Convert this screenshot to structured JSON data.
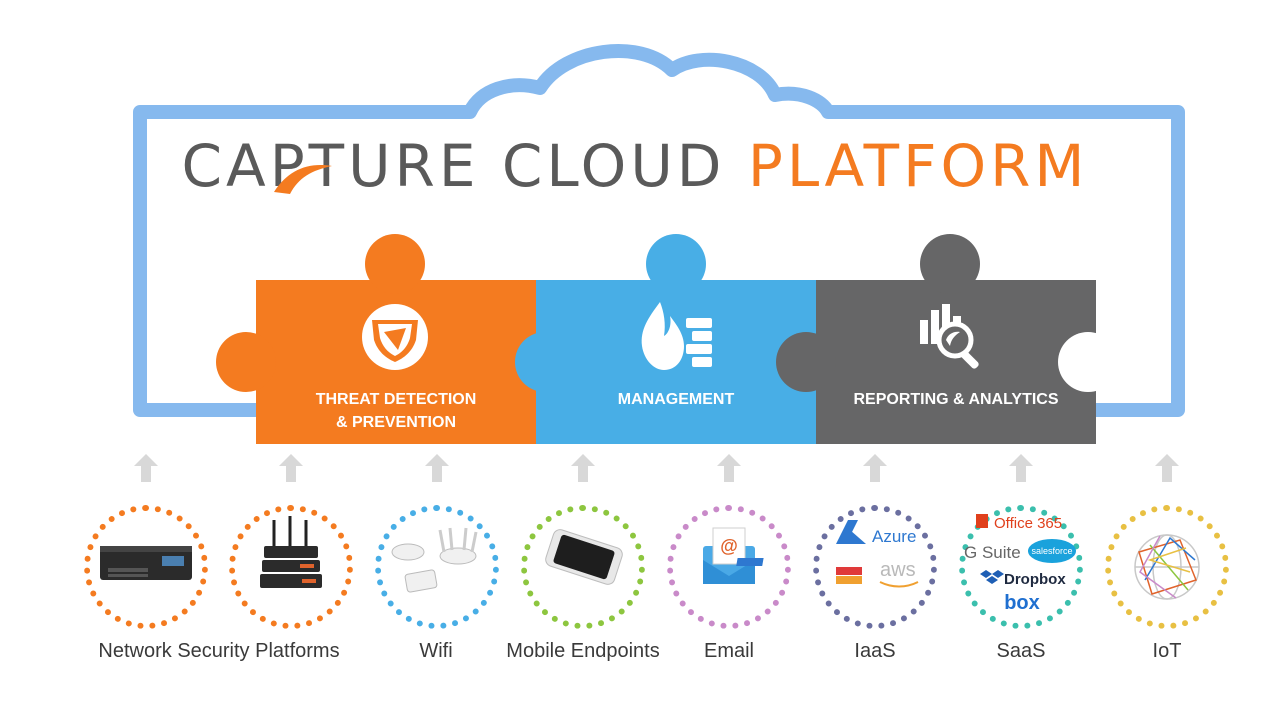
{
  "title": {
    "part1": "CAPTURE CLOUD",
    "part2": "PLATFORM"
  },
  "colors": {
    "cloud_outline": "#86b9ee",
    "orange": "#f47b20",
    "blue": "#48aee6",
    "gray": "#666667",
    "title_gray": "#5a5a5a",
    "arrow": "#d8d8d8"
  },
  "pieces": [
    {
      "label": "THREAT DETECTION\n& PREVENTION",
      "icon": "shield-icon",
      "color": "#f47b20"
    },
    {
      "label": "MANAGEMENT",
      "icon": "firewall-icon",
      "color": "#48aee6"
    },
    {
      "label": "REPORTING & ANALYTICS",
      "icon": "analytics-icon",
      "color": "#666667"
    }
  ],
  "sources": [
    {
      "label": "Network Security Platforms",
      "icon": "server-icon",
      "ring_color": "#f47b20"
    },
    {
      "label": "",
      "icon": "router-icon",
      "ring_color": "#f47b20"
    },
    {
      "label": "Wifi",
      "icon": "access-point-icon",
      "ring_color": "#48aee6"
    },
    {
      "label": "Mobile Endpoints",
      "icon": "phone-icon",
      "ring_color": "#8dc63f"
    },
    {
      "label": "Email",
      "icon": "envelope-icon",
      "ring_color": "#c98ac9"
    },
    {
      "label": "IaaS",
      "icon": "cloud-providers-icon",
      "ring_color": "#6b6fa0"
    },
    {
      "label": "SaaS",
      "icon": "saas-logos-icon",
      "ring_color": "#3bbfad"
    },
    {
      "label": "IoT",
      "icon": "globe-network-icon",
      "ring_color": "#e8c043"
    }
  ],
  "logos": {
    "azure": "Azure",
    "aws": "aws",
    "office": "Office 365",
    "gsuite": "G Suite",
    "salesforce": "salesforce",
    "dropbox": "Dropbox",
    "box": "box",
    "email_at": "@"
  }
}
